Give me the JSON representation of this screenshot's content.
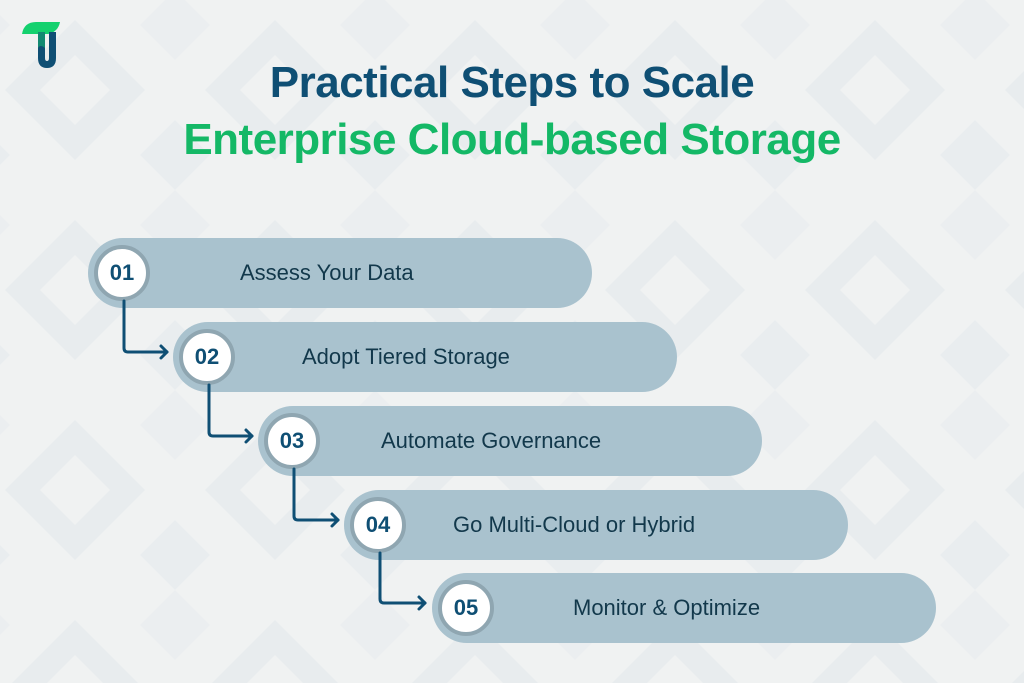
{
  "logo": {
    "name": "brand-logo",
    "colors": {
      "green": "#14d16e",
      "blue": "#0f4f74"
    }
  },
  "title": {
    "line1": "Practical Steps to Scale",
    "line2": "Enterprise Cloud-based Storage"
  },
  "colors": {
    "title_primary": "#0f4f74",
    "title_accent": "#14b866",
    "pill_fill": "#a9c2ce",
    "badge_ring": "#8fa6b1",
    "connector": "#0f4f74",
    "background": "#f0f2f2"
  },
  "steps": [
    {
      "number": "01",
      "label": "Assess Your Data"
    },
    {
      "number": "02",
      "label": "Adopt Tiered Storage"
    },
    {
      "number": "03",
      "label": "Automate Governance"
    },
    {
      "number": "04",
      "label": "Go Multi-Cloud or Hybrid"
    },
    {
      "number": "05",
      "label": "Monitor & Optimize"
    }
  ]
}
